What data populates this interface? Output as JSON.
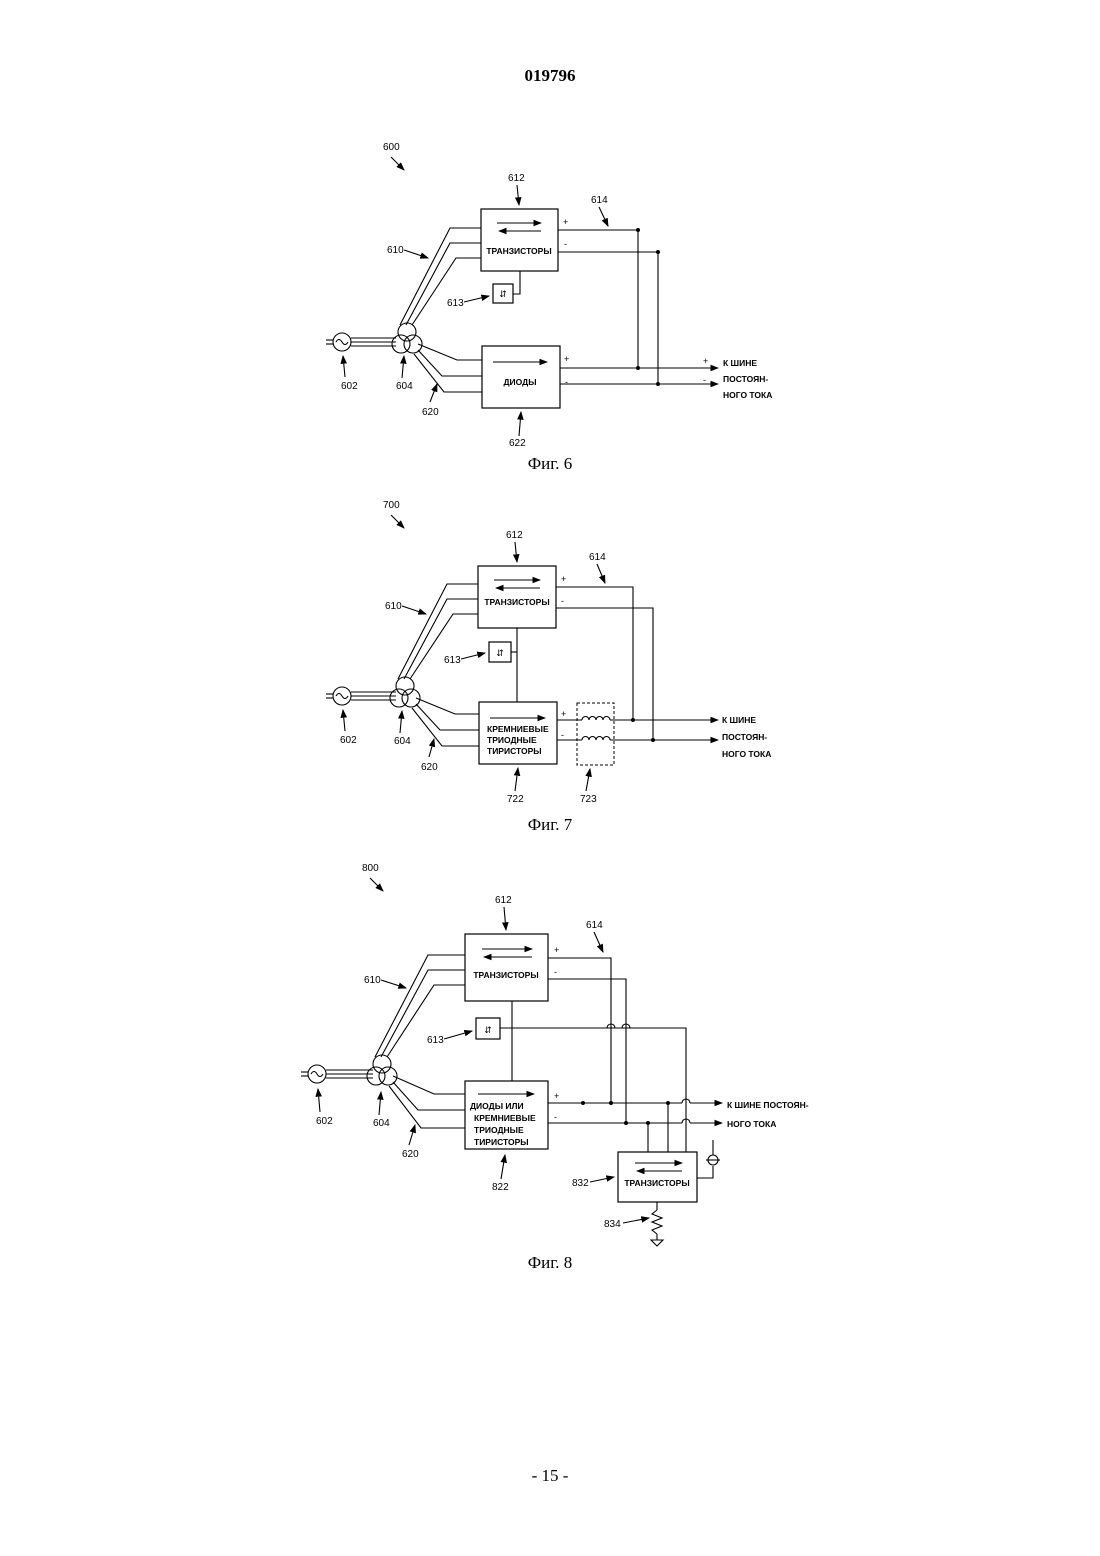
{
  "header": {
    "doc_number": "019796"
  },
  "footer": {
    "page_number": "- 15 -"
  },
  "fig6": {
    "caption": "Фиг. 6",
    "refs": {
      "system": "600",
      "bus610": "610",
      "block612": "612",
      "line614": "614",
      "sensor613": "613",
      "source602": "602",
      "transformer604": "604",
      "bus620": "620",
      "block622": "622"
    },
    "blocks": {
      "top": "ТРАНЗИСТОРЫ",
      "bottom": "ДИОДЫ"
    },
    "output": {
      "line1": "К ШИНЕ",
      "line2": "ПОСТОЯН-",
      "line3": "НОГО ТОКА"
    },
    "polarity": {
      "plus": "+",
      "minus": "-"
    }
  },
  "fig7": {
    "caption": "Фиг. 7",
    "refs": {
      "system": "700",
      "bus610": "610",
      "block612": "612",
      "line614": "614",
      "sensor613": "613",
      "source602": "602",
      "transformer604": "604",
      "bus620": "620",
      "block722": "722",
      "filter723": "723"
    },
    "blocks": {
      "top": "ТРАНЗИСТОРЫ",
      "bottom_line1": "КРЕМНИЕВЫЕ",
      "bottom_line2": "ТРИОДНЫЕ",
      "bottom_line3": "ТИРИСТОРЫ"
    },
    "output": {
      "line1": "К ШИНЕ",
      "line2": "ПОСТОЯН-",
      "line3": "НОГО ТОКА"
    },
    "polarity": {
      "plus": "+",
      "minus": "-"
    }
  },
  "fig8": {
    "caption": "Фиг. 8",
    "refs": {
      "system": "800",
      "bus610": "610",
      "block612": "612",
      "line614": "614",
      "sensor613": "613",
      "source602": "602",
      "transformer604": "604",
      "bus620": "620",
      "block822": "822",
      "block832": "832",
      "resistor834": "834"
    },
    "blocks": {
      "top": "ТРАНЗИСТОРЫ",
      "bottom_line1": "ДИОДЫ ИЛИ",
      "bottom_line2": "КРЕМНИЕВЫЕ",
      "bottom_line3": "ТРИОДНЫЕ",
      "bottom_line4": "ТИРИСТОРЫ",
      "chopper": "ТРАНЗИСТОРЫ"
    },
    "output": {
      "line1": "К ШИНЕ ПОСТОЯН-",
      "line2": "НОГО ТОКА"
    },
    "polarity": {
      "plus": "+",
      "minus": "-"
    }
  }
}
